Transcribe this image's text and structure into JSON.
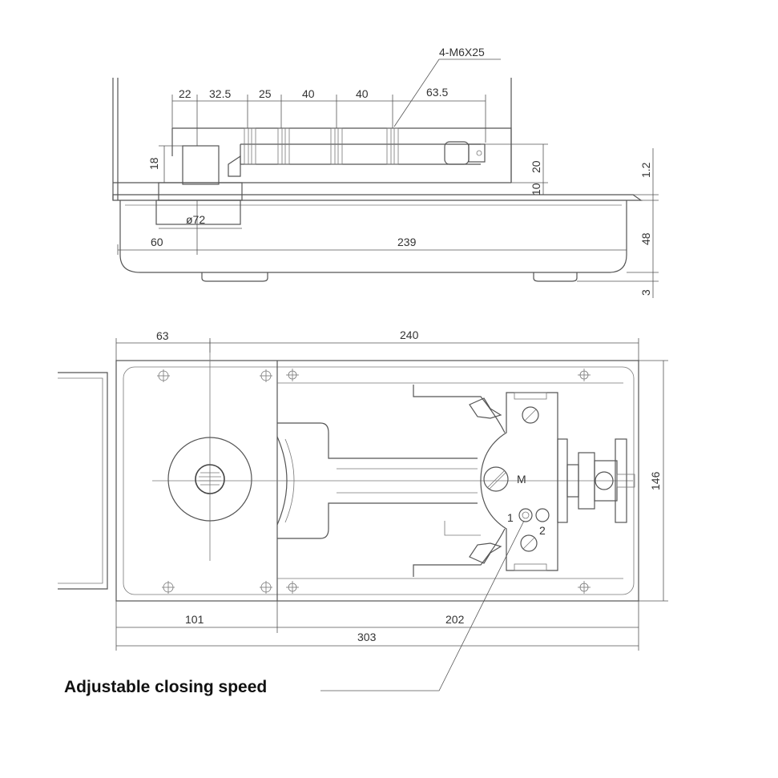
{
  "top_view": {
    "dimensions": {
      "d22": "22",
      "d32_5": "32.5",
      "d25": "25",
      "d40a": "40",
      "d40b": "40",
      "d63_5": "63.5",
      "bolt_spec": "4-M6X25",
      "d18": "18",
      "d20": "20",
      "d10": "10",
      "d1_2": "1.2",
      "d48": "48",
      "d3": "3",
      "d72": "ø72",
      "d60": "60",
      "d239": "239"
    }
  },
  "plan_view": {
    "dimensions": {
      "d63": "63",
      "d240": "240",
      "d146": "146",
      "d101": "101",
      "d202": "202",
      "d303": "303"
    },
    "labels": {
      "valve_m": "M",
      "valve_1": "1",
      "valve_2": "2"
    }
  },
  "caption": "Adjustable closing speed"
}
